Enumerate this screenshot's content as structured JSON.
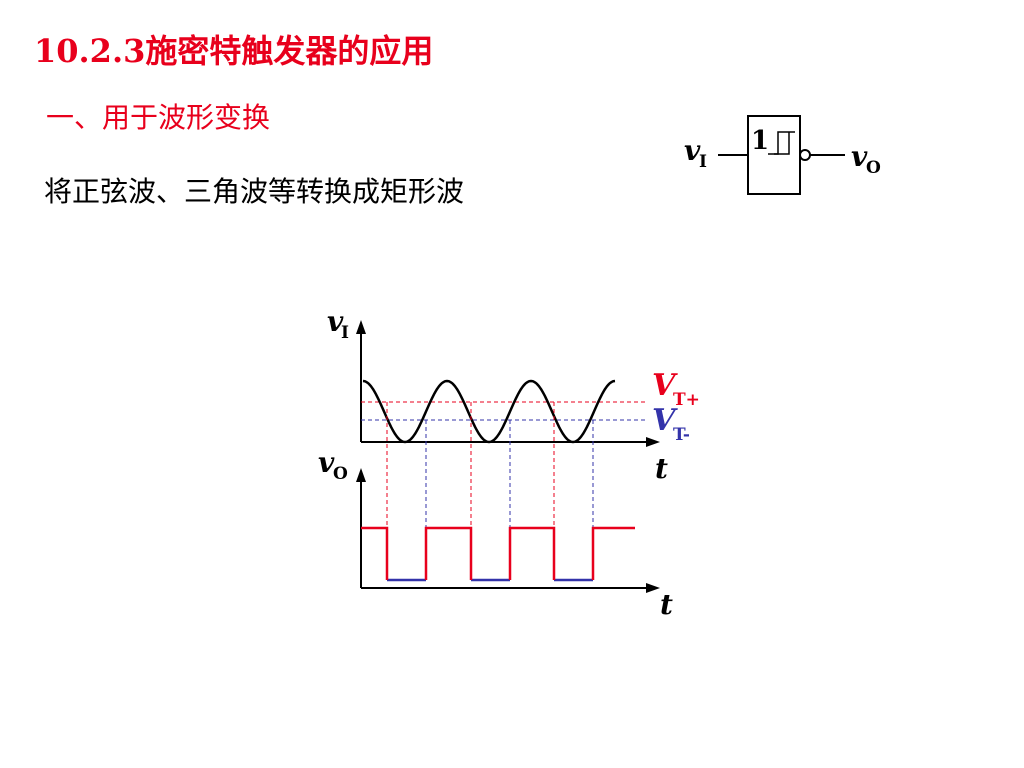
{
  "slide": {
    "title": "10.2.3施密特触发器的应用",
    "subtitle": "一、用于波形变换",
    "description": "将正弦波、三角波等转换成矩形波"
  },
  "gate": {
    "symbol": "1",
    "input_label": "v",
    "input_sub": "I",
    "output_label": "v",
    "output_sub": "O"
  },
  "waveform": {
    "input_axis_label": "v",
    "input_axis_sub": "I",
    "output_axis_label": "v",
    "output_axis_sub": "O",
    "time_label": "t",
    "vt_plus_label": "V",
    "vt_plus_sub": "T+",
    "vt_minus_label": "V",
    "vt_minus_sub": "T-",
    "colors": {
      "title": "#e8001c",
      "vt_plus": "#e8001c",
      "vt_minus": "#3333aa",
      "output_high": "#e8001c",
      "output_low": "#3333aa"
    },
    "input_periods": 3
  }
}
